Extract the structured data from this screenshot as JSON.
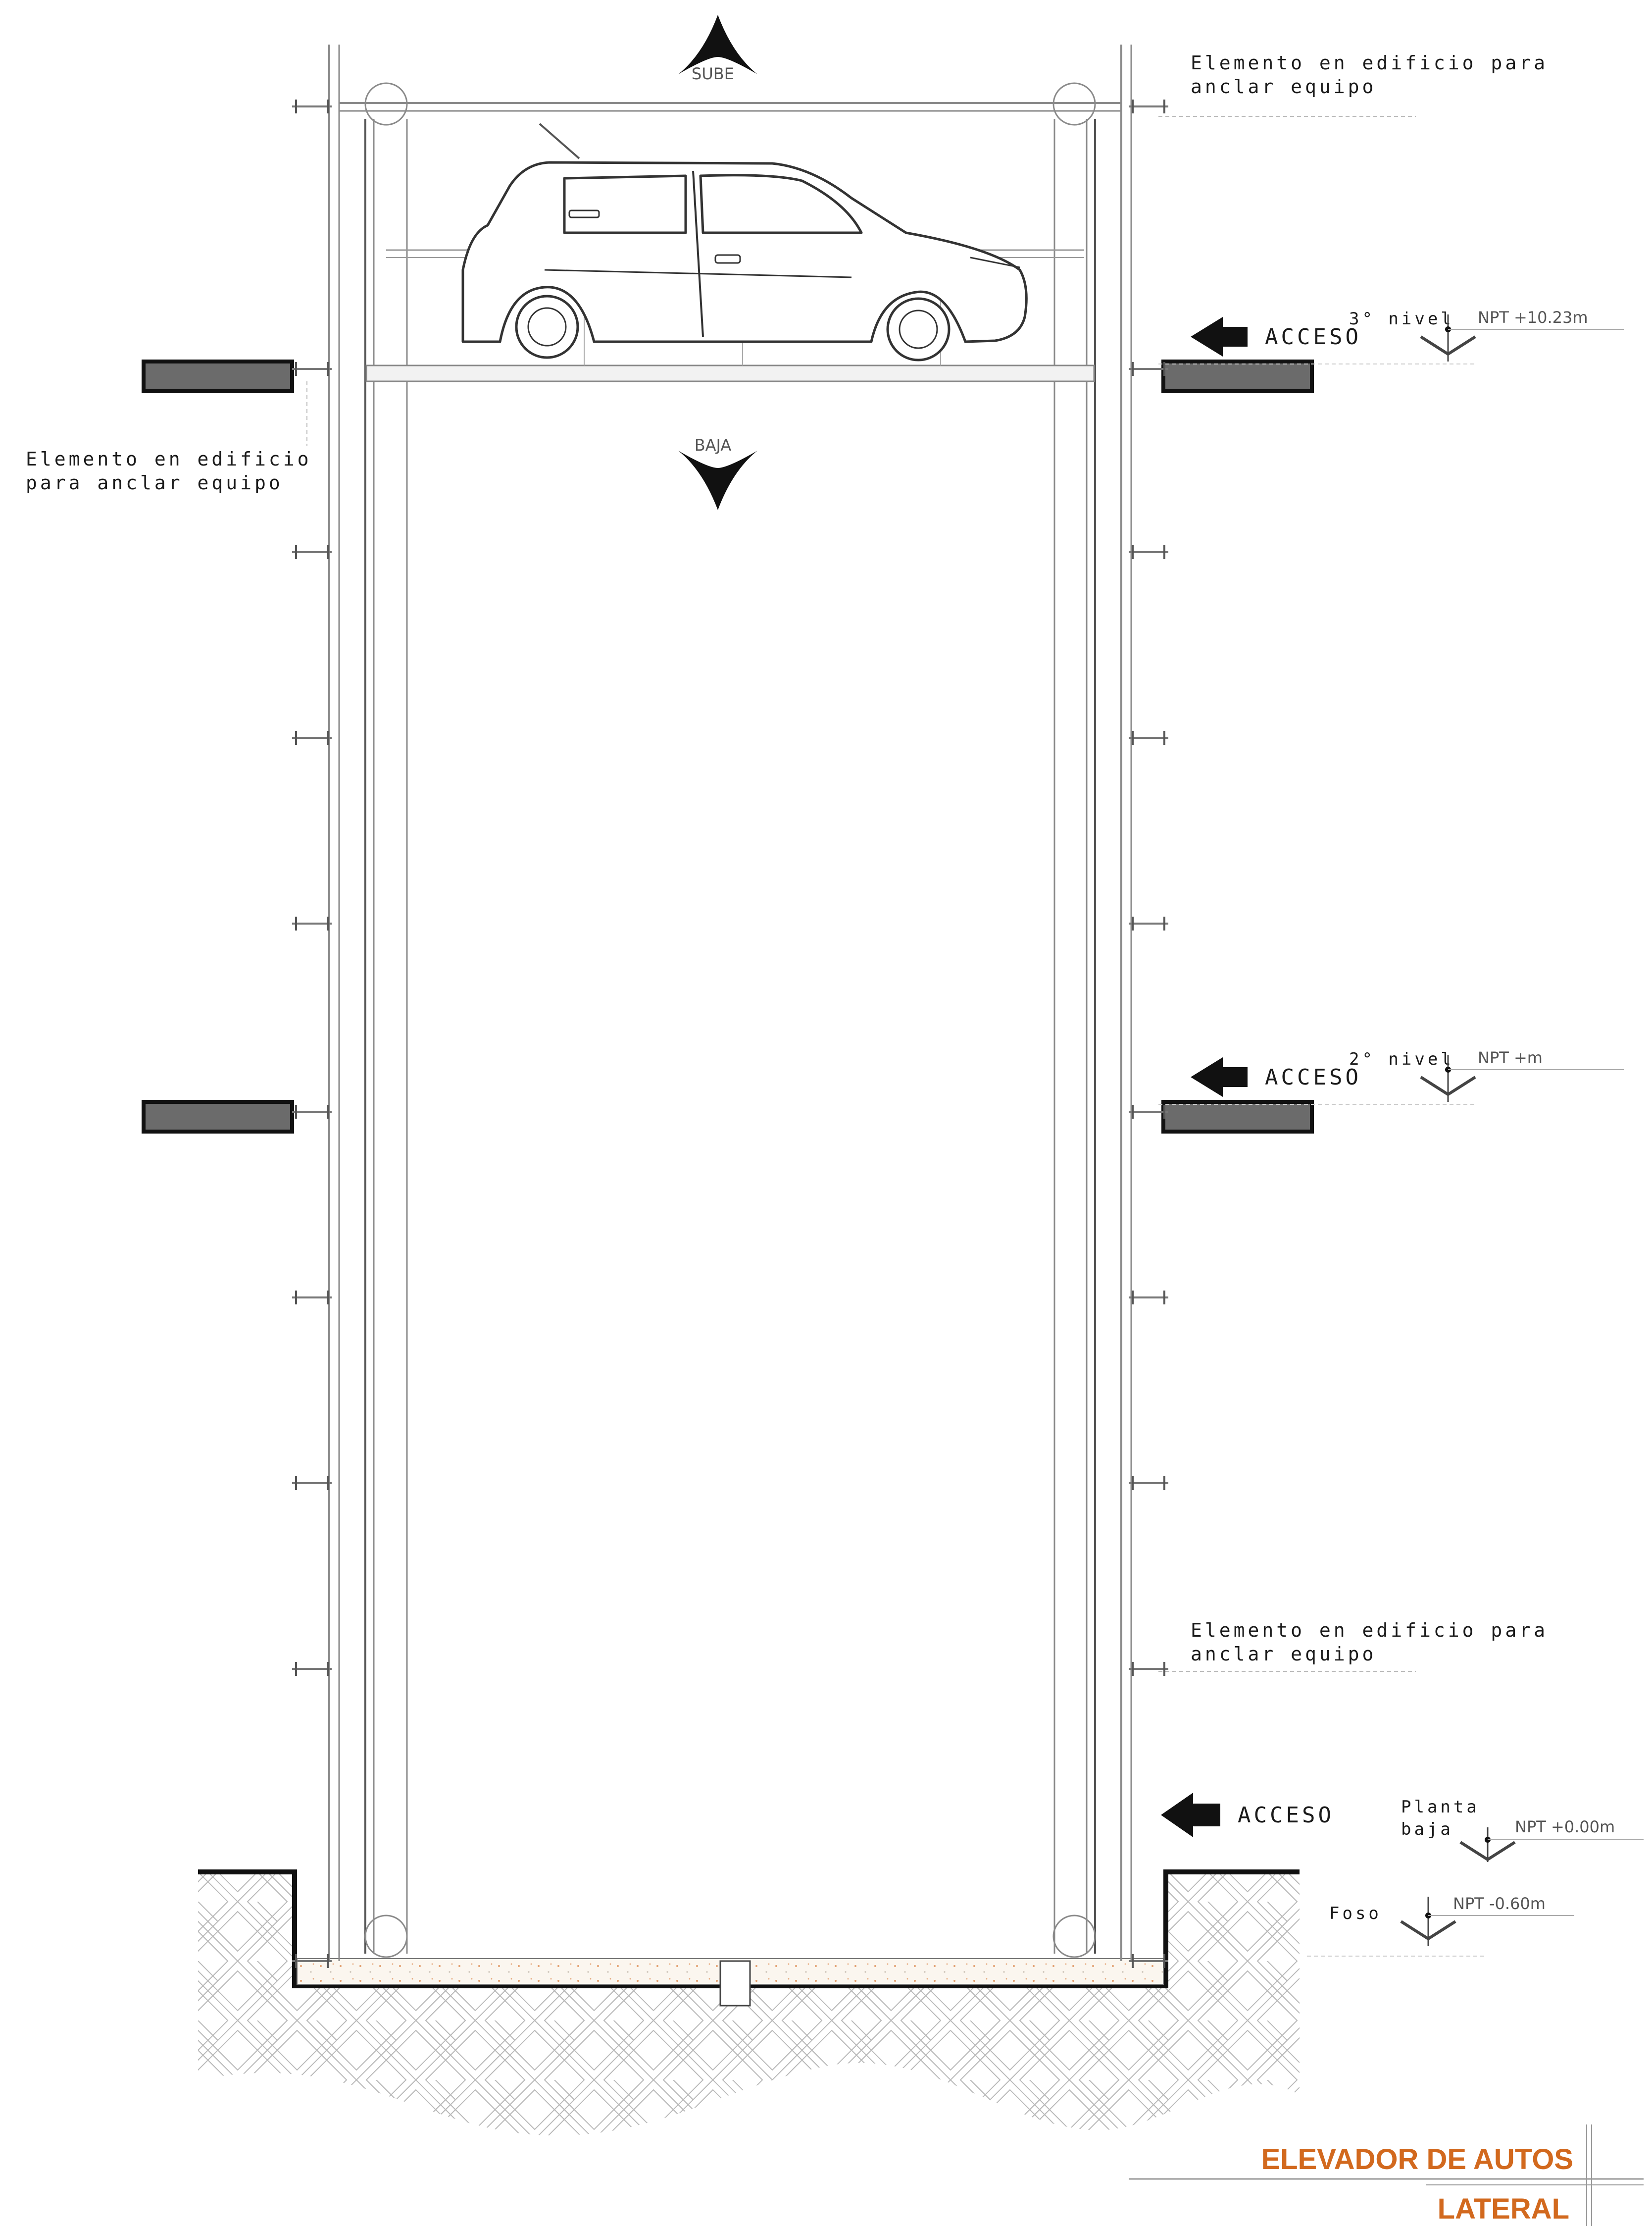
{
  "direction": {
    "up": "SUBE",
    "down": "BAJA"
  },
  "anchor_notes": {
    "top_right": [
      "Elemento en edificio para",
      "anclar equipo"
    ],
    "left": [
      "Elemento en edificio",
      "para anclar equipo"
    ],
    "lower_right": [
      "Elemento en edificio para",
      "anclar equipo"
    ]
  },
  "levels": [
    {
      "id": "nivel-3",
      "name": "3° nivel",
      "npt": "NPT +10.23m",
      "access": "ACCESO"
    },
    {
      "id": "nivel-2",
      "name": "2° nivel",
      "npt": "NPT +m",
      "access": "ACCESO"
    },
    {
      "id": "planta-baja",
      "name_lines": [
        "Planta",
        "baja"
      ],
      "npt": "NPT +0.00m",
      "access": "ACCESO"
    },
    {
      "id": "foso",
      "name": "Foso",
      "npt": "NPT -0.60m"
    }
  ],
  "title_block": {
    "title": "ELEVADOR DE AUTOS",
    "subtitle": "LATERAL",
    "accent_color": "#d2691e"
  },
  "colors": {
    "slab_fill": "#6b6b6b",
    "line": "#222222",
    "light_line": "#9a9a9a"
  },
  "icons": [
    "up-arrow-icon",
    "down-arrow-icon",
    "access-arrow-icon",
    "level-marker-icon",
    "car-icon",
    "anchor-bolt-icon"
  ]
}
